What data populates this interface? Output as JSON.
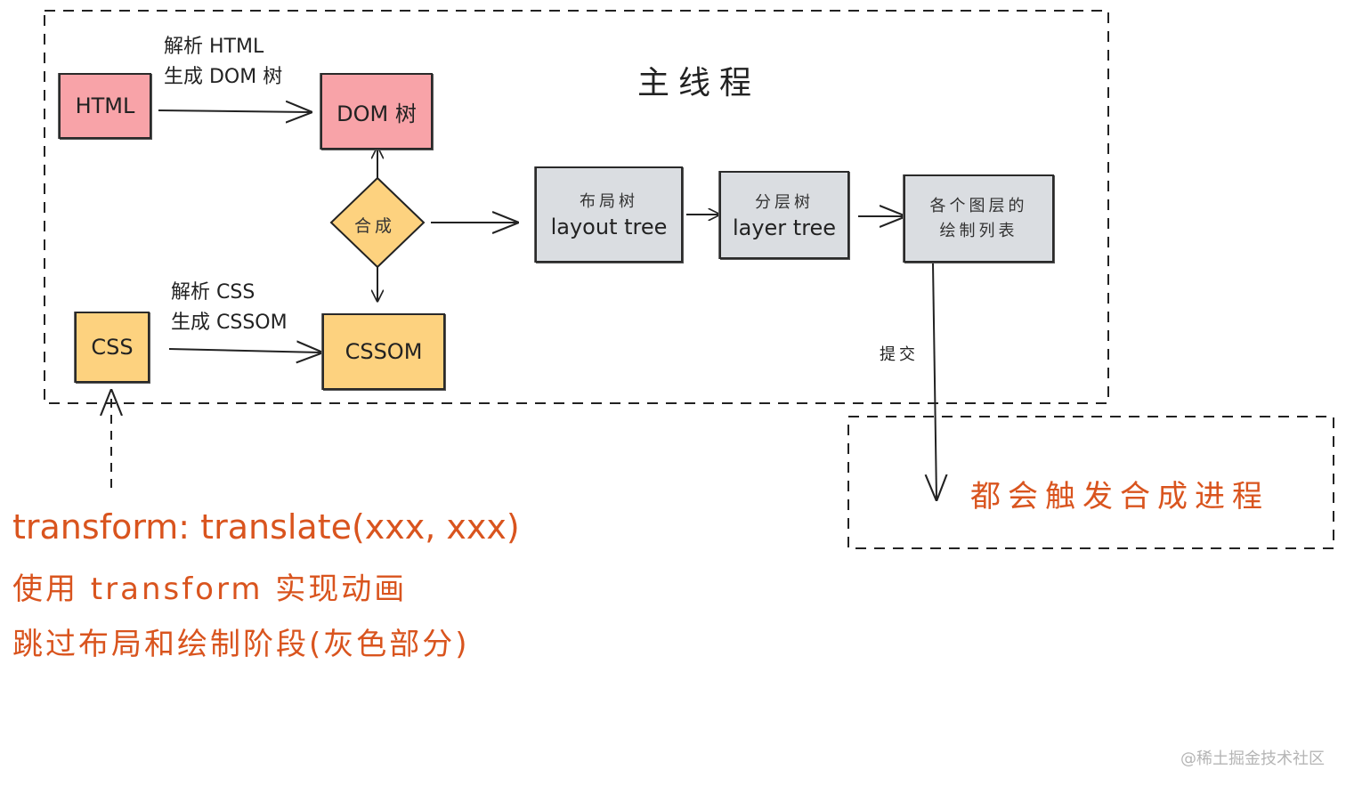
{
  "main_thread_title": "主线程",
  "html_node": "HTML",
  "dom_node": "DOM 树",
  "css_node": "CSS",
  "cssom_node": "CSSOM",
  "composite_node": "合成",
  "layout_node": {
    "cn": "布局树",
    "en": "layout tree"
  },
  "layer_node": {
    "cn": "分层树",
    "en": "layer tree"
  },
  "paint_node": {
    "line1": "各个图层的",
    "line2": "绘制列表"
  },
  "parse_html": {
    "line1": "解析 HTML",
    "line2": "生成 DOM 树"
  },
  "parse_css": {
    "line1": "解析 CSS",
    "line2": "生成 CSSOM"
  },
  "commit_label": "提交",
  "compositor_label": "都会触发合成进程",
  "notes": {
    "line1": "transform: translate(xxx, xxx)",
    "line2": "使用 transform 实现动画",
    "line3": "跳过布局和绘制阶段(灰色部分)"
  },
  "watermark": "@稀土掘金技术社区",
  "colors": {
    "html_fill": "#f8a3a8",
    "css_fill": "#fdd27f",
    "grey_fill": "#dadde1",
    "accent_text": "#d9541e"
  }
}
